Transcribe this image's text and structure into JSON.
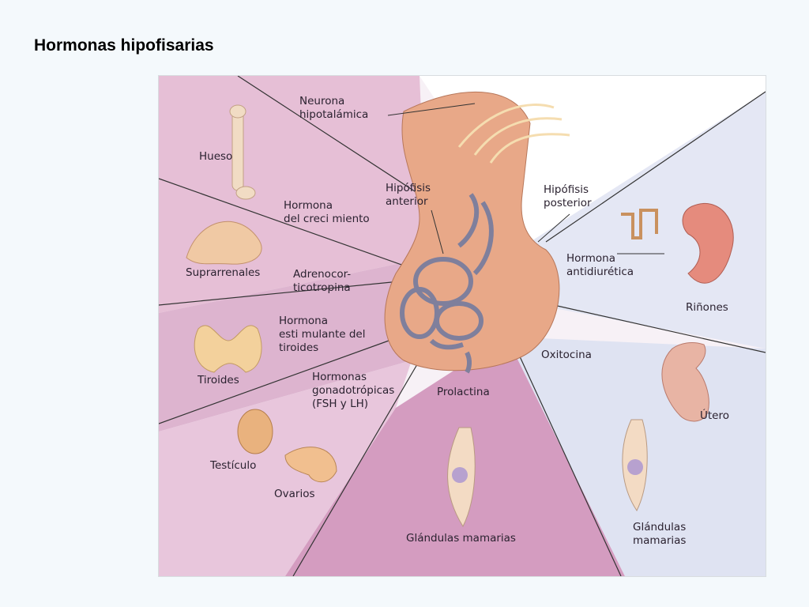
{
  "title": "Hormonas hipofisarias",
  "diagram": {
    "labels": {
      "neurona": "Neurona\nhipotalámica",
      "hipofisis_anterior": "Hipófisis\nanterior",
      "hipofisis_posterior": "Hipófisis\nposterior",
      "hueso": "Hueso",
      "hormona_crecimiento": "Hormona\ndel creci miento",
      "suprarrenales": "Suprarrenales",
      "adrenocorticotropina": "Adrenocor-\nticotropina",
      "hormona_tiroides": "Hormona\nesti mulante del\ntiroides",
      "tiroides": "Tiroides",
      "gonadotropicas": "Hormonas\ngonadotrópicas\n(FSH y LH)",
      "testiculo": "Testículo",
      "ovarios": "Ovarios",
      "prolactina": "Prolactina",
      "glandulas_mamarias_centro": "Glándulas mamarias",
      "oxitocina": "Oxitocina",
      "utero": "Útero",
      "glandulas_mamarias_derecha": "Glándulas\nmamarias",
      "antidiuretica": "Hormona\nantidiurética",
      "rinones": "Riñones"
    },
    "colors": {
      "pink_panel": "#e6bfd6",
      "pink_dark": "#d49cc0",
      "blue_panel": "#dfe3f2",
      "gland": "#e8a888",
      "vessels": "#7f7f9c"
    }
  }
}
